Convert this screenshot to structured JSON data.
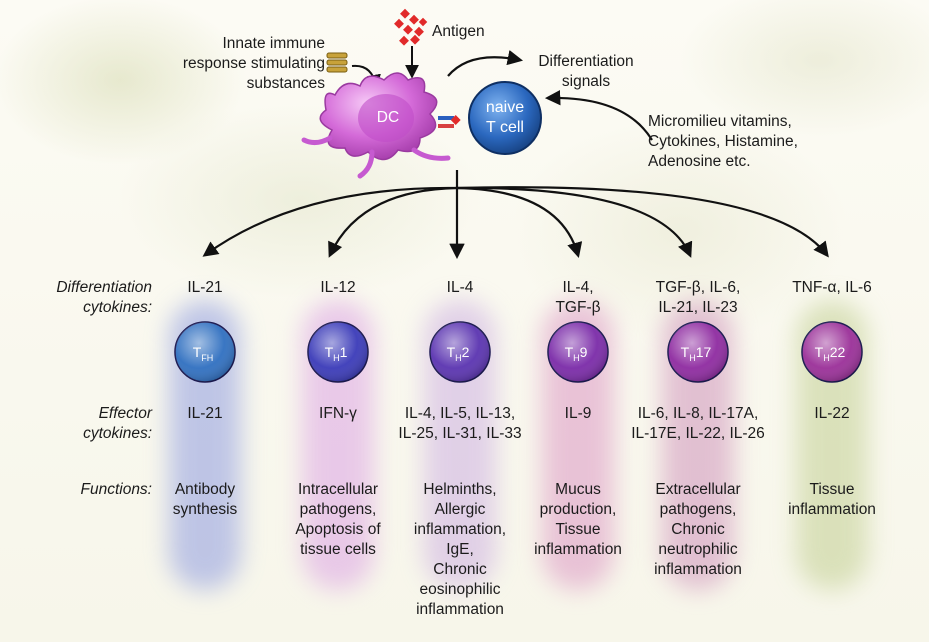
{
  "top": {
    "innate": "Innate immune\nresponse stimulating\nsubstances",
    "antigen": "Antigen",
    "diff_signals": "Differentiation\nsignals",
    "micromilieu": "Micromilieu vitamins,\nCytokines, Histamine,\nAdenosine etc.",
    "dc_label": "DC",
    "naive_label": "naive\nT cell"
  },
  "row_labels": {
    "differentiation": "Differentiation\ncytokines:",
    "effector": "Effector\ncytokines:",
    "functions": "Functions:"
  },
  "columns": [
    {
      "cell_main": "T",
      "cell_sub": "FH",
      "cell_suffix": "",
      "diff": "IL-21",
      "effector": "IL-21",
      "function": "Antibody\nsynthesis",
      "color": "#2f6fc0",
      "band": "#8899dd"
    },
    {
      "cell_main": "T",
      "cell_sub": "H",
      "cell_suffix": "1",
      "diff": "IL-12",
      "effector": "IFN-γ",
      "function": "Intracellular\npathogens,\nApoptosis of\ntissue cells",
      "color": "#3a3ab8",
      "band": "#d79be0"
    },
    {
      "cell_main": "T",
      "cell_sub": "H",
      "cell_suffix": "2",
      "diff": "IL-4",
      "effector": "IL-4, IL-5, IL-13,\nIL-25, IL-31, IL-33",
      "function": "Helminths,\nAllergic\ninflammation,\nIgE,\nChronic\neosinophilic\ninflammation",
      "color": "#5a33b0",
      "band": "#c9a6df"
    },
    {
      "cell_main": "T",
      "cell_sub": "H",
      "cell_suffix": "9",
      "diff": "IL-4,\nTGF-β",
      "effector": "IL-9",
      "function": "Mucus\nproduction,\nTissue\ninflammation",
      "color": "#7a2aa8",
      "band": "#d58fc0"
    },
    {
      "cell_main": "T",
      "cell_sub": "H",
      "cell_suffix": "17",
      "diff": "TGF-β, IL-6,\nIL-21, IL-23",
      "effector": "IL-6, IL-8, IL-17A,\nIL-17E, IL-22, IL-26",
      "function": "Extracellular\npathogens,\nChronic\nneutrophilic\ninflammation",
      "color": "#8e2aa0",
      "band": "#c98ab8"
    },
    {
      "cell_main": "T",
      "cell_sub": "H",
      "cell_suffix": "22",
      "diff": "TNF-α, IL-6",
      "effector": "IL-22",
      "function": "Tissue\ninflammation",
      "color": "#9a2f98",
      "band": "#b9c98a"
    }
  ]
}
